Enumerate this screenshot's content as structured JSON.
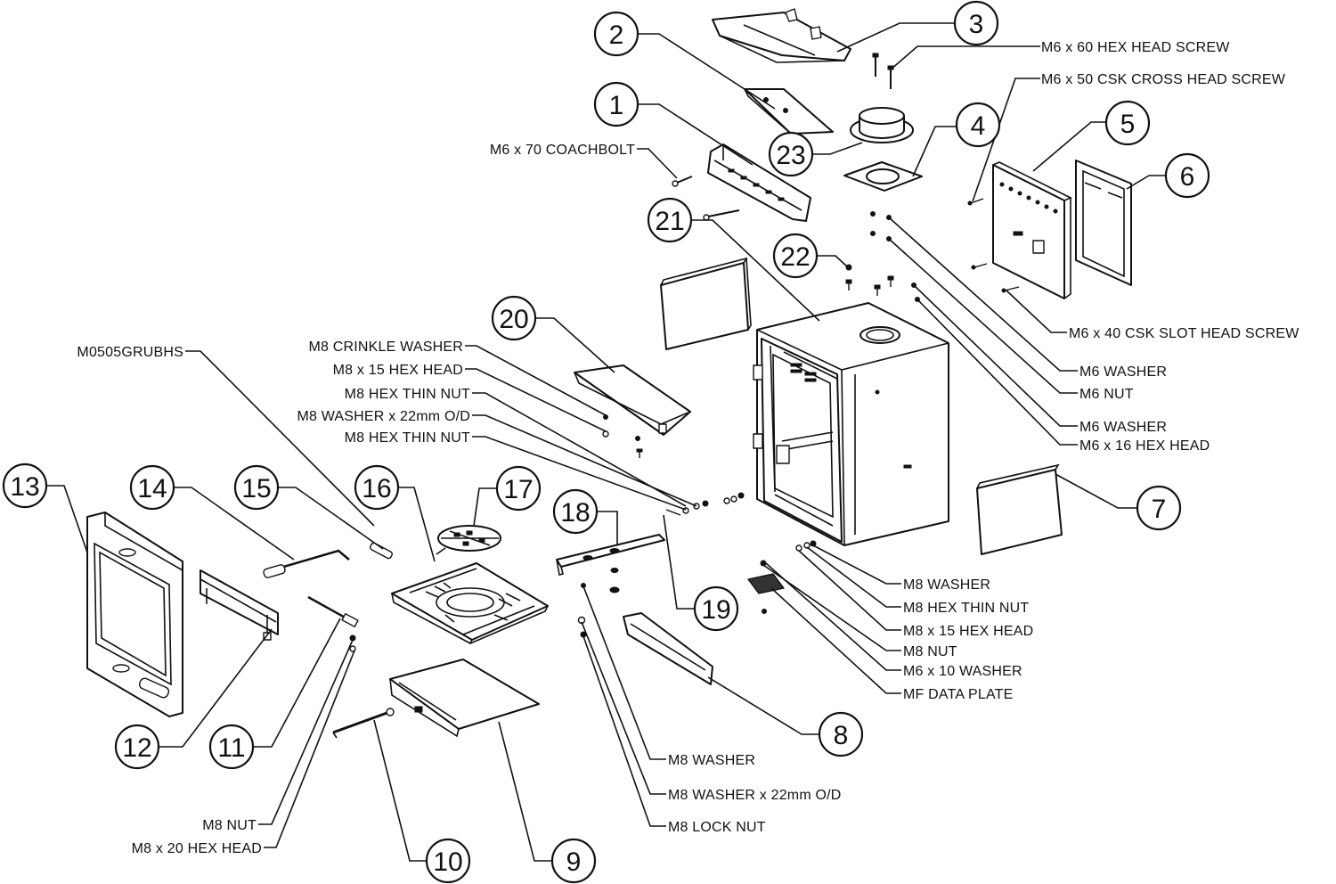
{
  "callouts": [
    "1",
    "2",
    "3",
    "4",
    "5",
    "6",
    "7",
    "8",
    "9",
    "10",
    "11",
    "12",
    "13",
    "14",
    "15",
    "16",
    "17",
    "18",
    "19",
    "20",
    "21",
    "22",
    "23"
  ],
  "labels": {
    "m6x60": "M6 x 60 HEX HEAD SCREW",
    "m6x50": "M6 x 50 CSK CROSS HEAD SCREW",
    "m6x70": "M6 x 70 COACHBOLT",
    "m6x40": "M6 x 40 CSK SLOT HEAD SCREW",
    "m6washer_a": "M6 WASHER",
    "m6nut": "M6 NUT",
    "m6washer_b": "M6 WASHER",
    "m6x16": "M6 x 16 HEX HEAD",
    "grub": "M0505GRUBHS",
    "m8crinkle": "M8 CRINKLE WASHER",
    "m8x15_a": "M8 x 15 HEX HEAD",
    "m8thin_a": "M8 HEX THIN NUT",
    "m8w22_a": "M8 WASHER x 22mm O/D",
    "m8thin_b": "M8 HEX THIN NUT",
    "m8washer_r": "M8 WASHER",
    "m8thin_r": "M8 HEX THIN NUT",
    "m8x15_r": "M8 x 15 HEX HEAD",
    "m8nut_r": "M8 NUT",
    "m6x10": "M6 x 10 WASHER",
    "mfplate": "MF DATA PLATE",
    "m8washer_b2": "M8 WASHER",
    "m8w22_b": "M8 WASHER x 22mm O/D",
    "m8lock": "M8 LOCK NUT",
    "m8nut_l": "M8 NUT",
    "m8x20": "M8 x 20 HEX HEAD"
  }
}
